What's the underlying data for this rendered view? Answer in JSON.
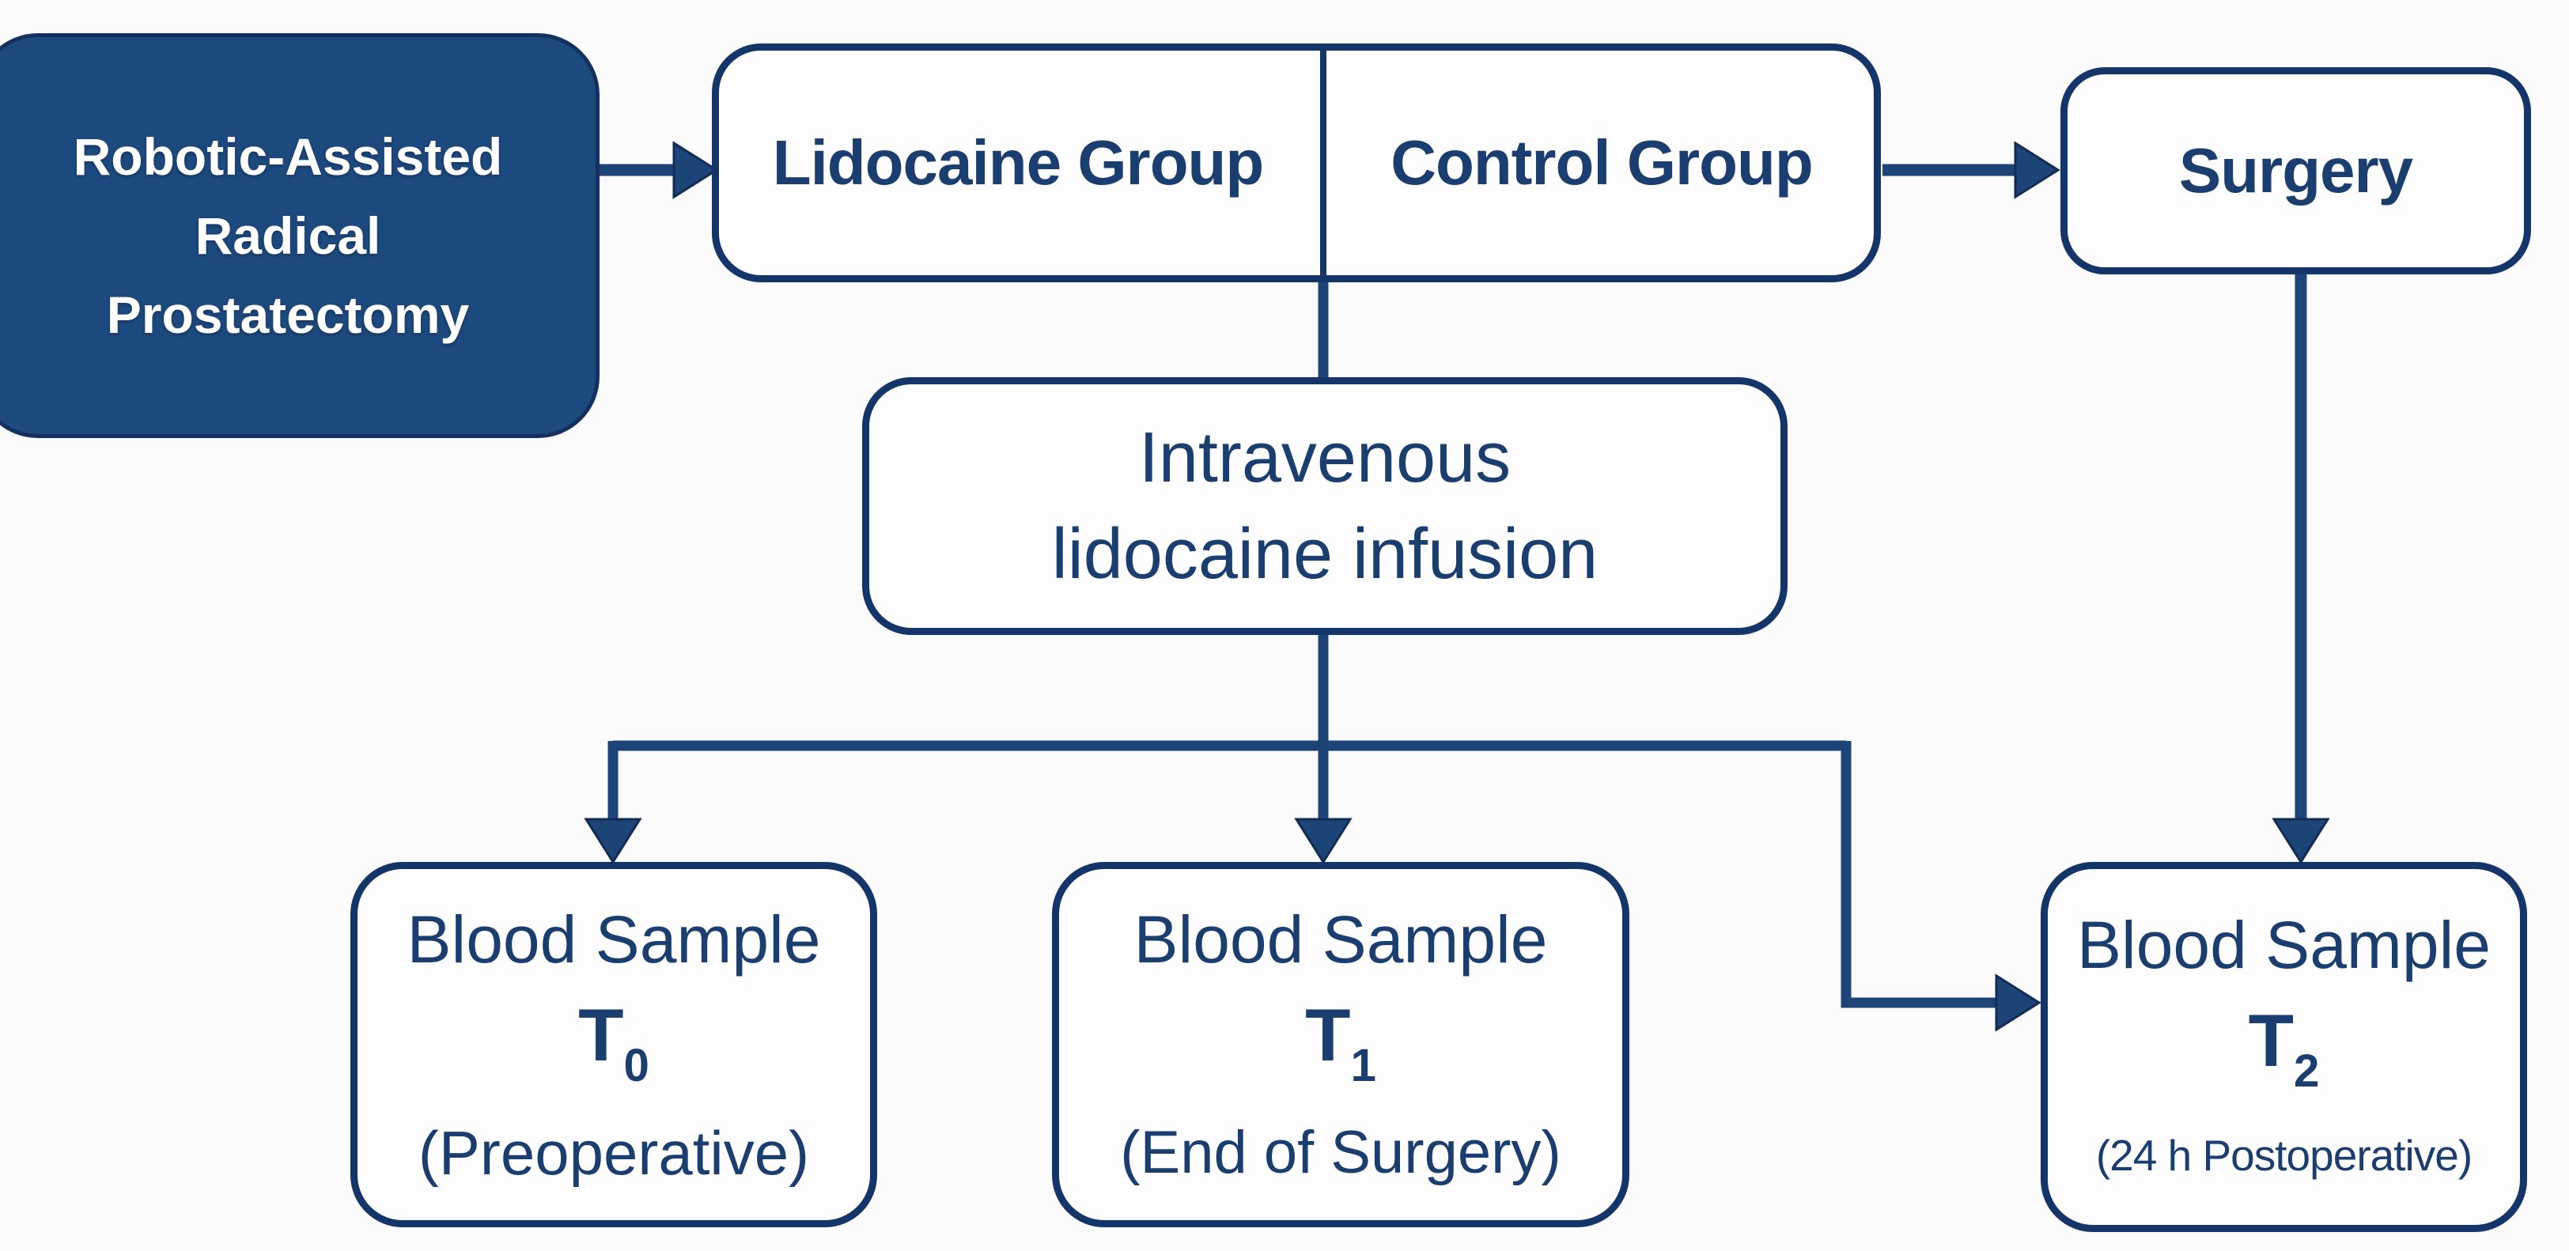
{
  "diagram": {
    "background": "#fbfbfc",
    "line_color": "#1c4476",
    "border_color": "#14356a",
    "text_color": "#1b3e70",
    "dark_node_fill": "#1d4a7e",
    "dark_node_text": "#ffffff",
    "nodes": {
      "rarp": {
        "lines": [
          "Robotic-Assisted",
          "Radical",
          "Prostatectomy"
        ]
      },
      "groups": {
        "left": "Lidocaine Group",
        "right": "Control Group"
      },
      "surgery": {
        "label": "Surgery"
      },
      "infusion": {
        "lines": [
          "Intravenous",
          "lidocaine infusion"
        ]
      },
      "samples": [
        {
          "title": "Blood Sample",
          "t": "T",
          "sub": "0",
          "note": "(Preoperative)"
        },
        {
          "title": "Blood Sample",
          "t": "T",
          "sub": "1",
          "note": "(End of Surgery)"
        },
        {
          "title": "Blood Sample",
          "t": "T",
          "sub": "2",
          "note": "(24 h Postoperative)"
        }
      ]
    }
  }
}
